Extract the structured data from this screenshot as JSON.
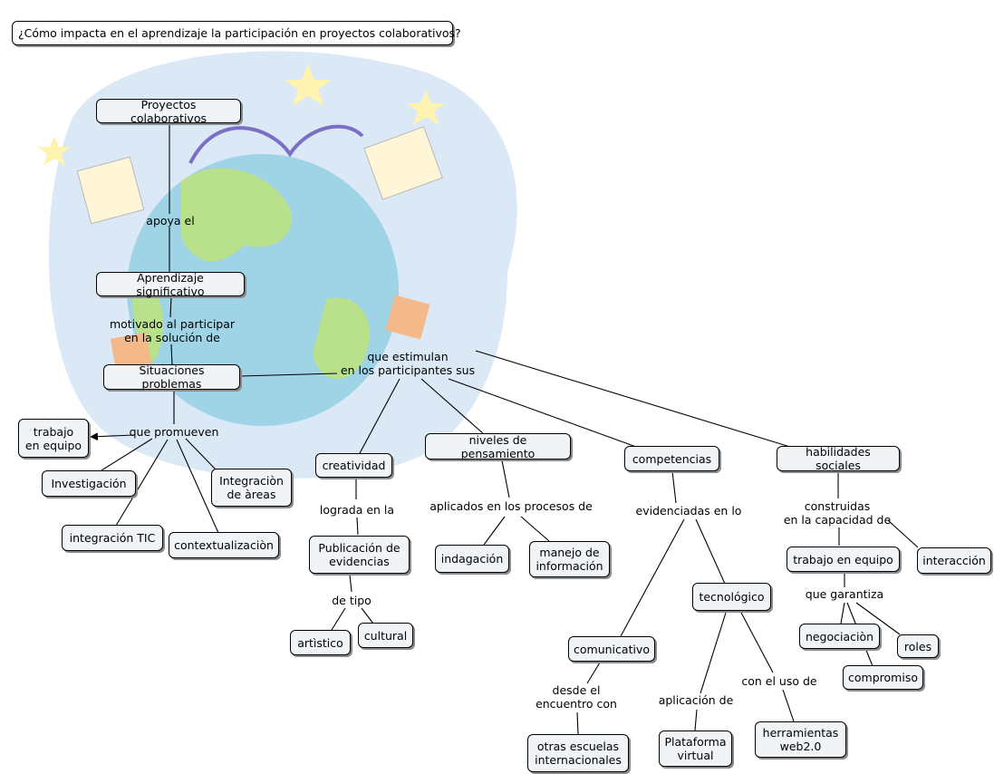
{
  "title": "¿Cómo impacta en el aprendizaje la participación en proyectos colaborativos?",
  "background_icon": "globe-with-computers-clipart",
  "nodes": {
    "proyectos": "Proyectos colaborativos",
    "aprendizaje": "Aprendizaje significativo",
    "situaciones": "Situaciones problemas",
    "trabajo_equipo_1": "trabajo\nen equipo",
    "investigacion": "Investigación",
    "integracion_areas": "Integraciòn\nde àreas",
    "integracion_tic": "integración TIC",
    "contextualizacion": "contextualizaciòn",
    "creatividad": "creatividad",
    "publicacion": "Publicación de\nevidencias",
    "artistico": "artìstico",
    "cultural": "cultural",
    "niveles": "niveles de pensamiento",
    "indagacion": "indagación",
    "manejo": "manejo de\ninformación",
    "competencias": "competencias",
    "tecnologico": "tecnológico",
    "comunicativo": "comunicativo",
    "otras_escuelas": "otras escuelas\ninternacionales",
    "plataforma": "Plataforma\nvirtual",
    "herramientas": "herramientas\nweb2.0",
    "habilidades": "habilidades sociales",
    "trabajo_equipo_2": "trabajo en equipo",
    "interaccion": "interacción",
    "negociacion": "negociaciòn",
    "roles": "roles",
    "compromiso": "compromiso"
  },
  "links": {
    "apoya_el": "apoya el",
    "motivado": "motivado al participar\nen la solución de",
    "que_estimulan": "que estimulan\nen los participantes sus",
    "que_promueven": "que promueven",
    "lograda": "lograda en la",
    "de_tipo": "de tipo",
    "aplicados": "aplicados en los procesos de",
    "evidenciadas": "evidenciadas en lo",
    "desde_el": "desde el\nencuentro con",
    "aplicacion_de": "aplicación de",
    "con_el_uso": "con el uso de",
    "construidas": "construidas\nen la capacidad de",
    "que_garantiza": "que garantiza"
  }
}
